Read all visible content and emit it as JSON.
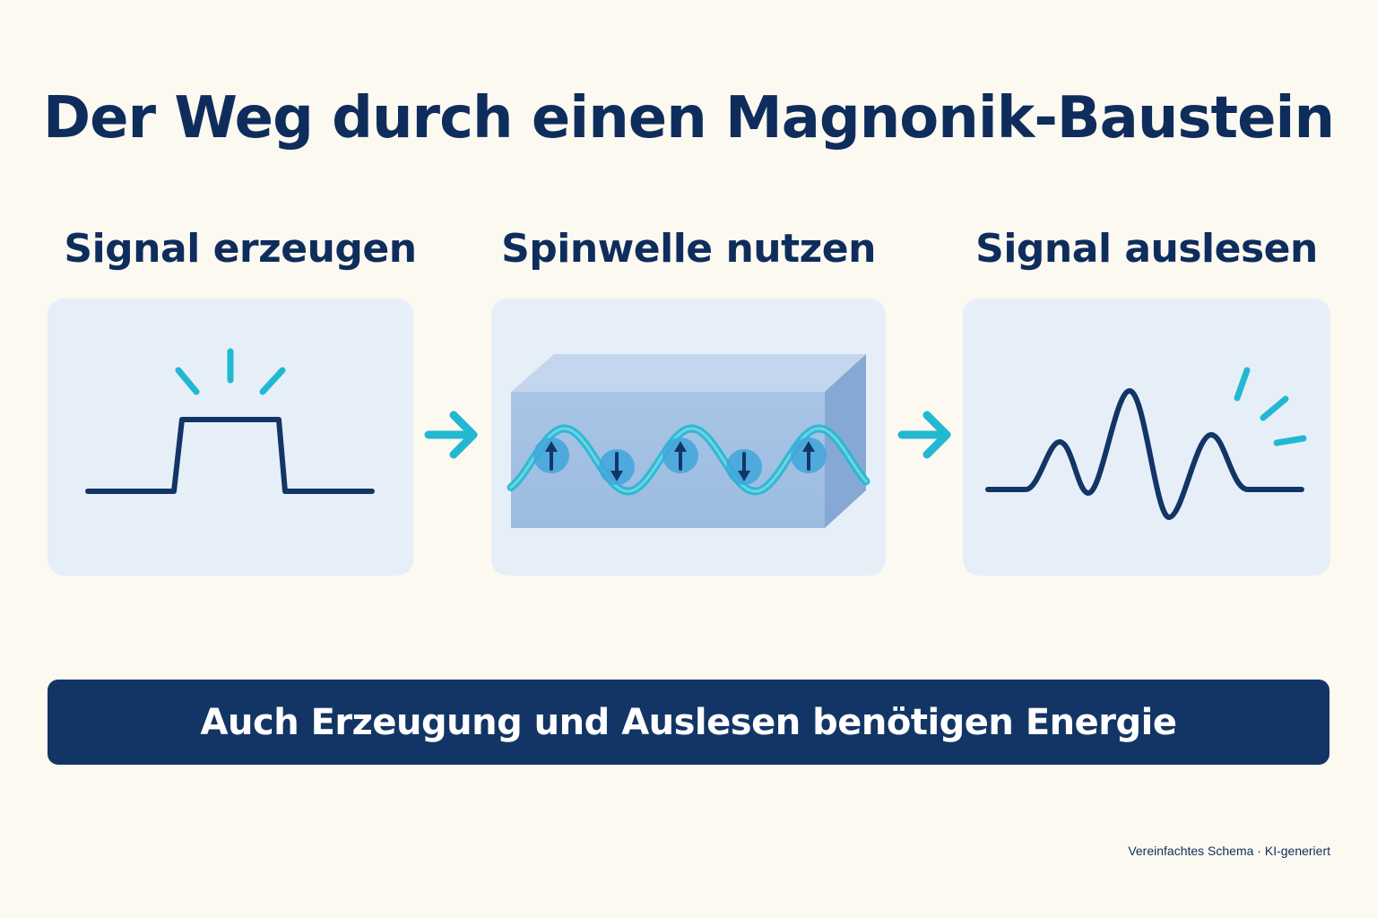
{
  "title": "Der Weg durch einen Magnonik-Baustein",
  "steps": [
    {
      "label": "Signal erzeugen"
    },
    {
      "label": "Spinwelle nutzen"
    },
    {
      "label": "Signal auslesen"
    }
  ],
  "banner": "Auch Erzeugung und Auslesen benötigen Energie",
  "footnote": "Vereinfachtes Schema · KI-generiert",
  "colors": {
    "background": "#fcf9f1",
    "navy": "#133566",
    "cyan": "#22b8d2",
    "panel": "#e6eff8"
  },
  "spins": [
    "up",
    "down",
    "up",
    "down",
    "up"
  ]
}
